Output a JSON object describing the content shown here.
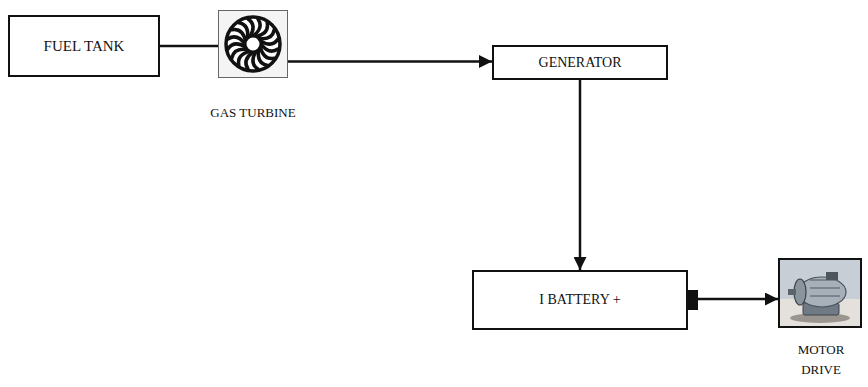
{
  "diagram": {
    "nodes": [
      {
        "text": [
          "FUEL TANK"
        ]
      },
      {
        "text": [
          "GAS TURBINE"
        ]
      },
      {
        "text": [
          "GENERATOR"
        ]
      },
      {
        "text": [
          "I BATTERY +"
        ]
      },
      {
        "text": [
          "MOTOR DRIVE"
        ]
      }
    ],
    "edges": [
      {
        "from": 0,
        "to": 1,
        "arrow": "none"
      },
      {
        "from": 1,
        "to": 2,
        "arrow": "to"
      },
      {
        "from": 2,
        "to": 3,
        "arrow": "to"
      },
      {
        "from": 3,
        "to": 4,
        "arrow": "to"
      }
    ]
  }
}
